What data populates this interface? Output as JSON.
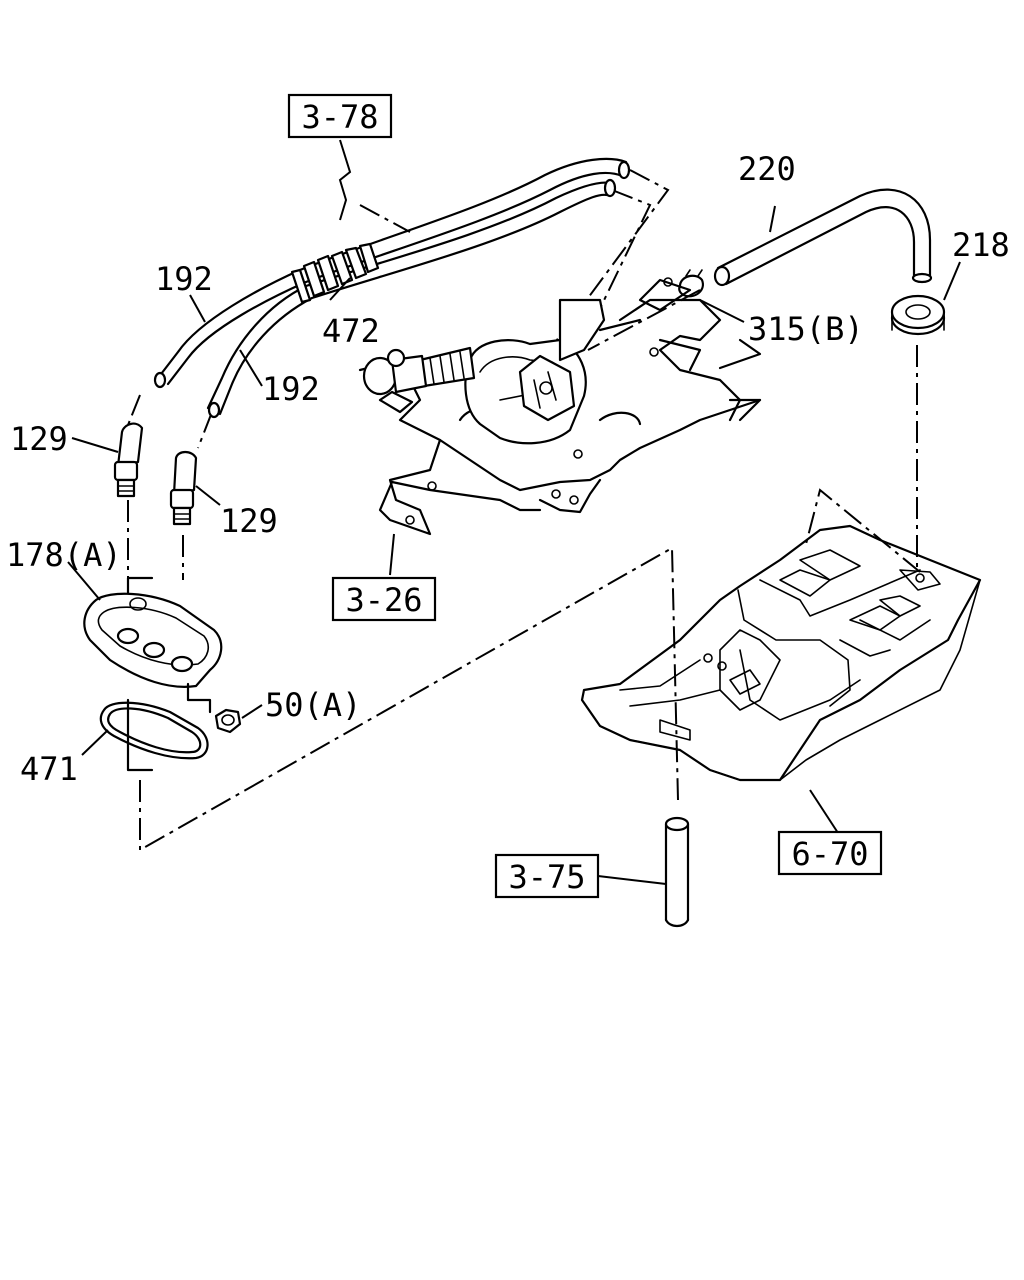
{
  "callouts": {
    "c192a": "192",
    "c192b": "192",
    "c472": "472",
    "c220": "220",
    "c218": "218",
    "c315": "315(B)",
    "c129a": "129",
    "c129b": "129",
    "c178": "178(A)",
    "c50": "50(A)",
    "c471": "471"
  },
  "references": {
    "r378": "3-78",
    "r326": "3-26",
    "r375": "3-75",
    "r670": "6-70"
  }
}
